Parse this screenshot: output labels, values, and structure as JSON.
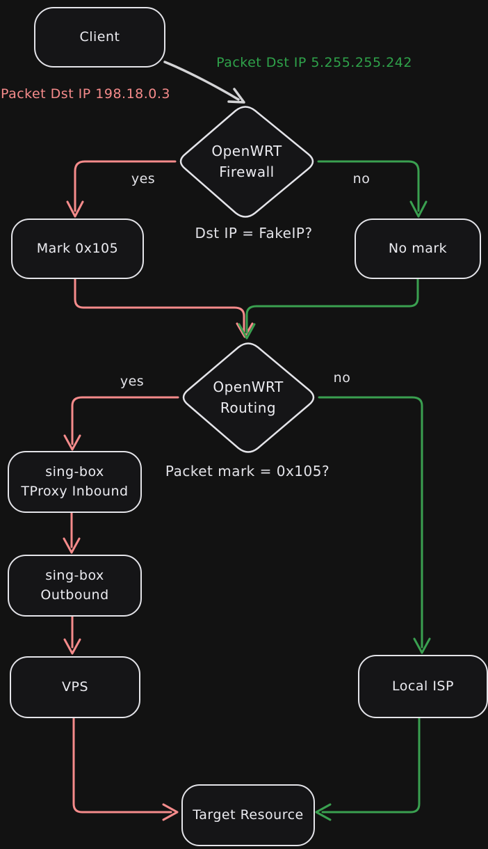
{
  "diagram": {
    "title_hint": "FakeIP TProxy packet flow",
    "colors": {
      "background": "#121212",
      "stroke": "#e7e7ec",
      "red": "#f58b8b",
      "green": "#3aa050",
      "green_text": "#2fa24a"
    },
    "nodes": {
      "client": {
        "label": "Client"
      },
      "firewall": {
        "label": "OpenWRT\nFirewall"
      },
      "mark": {
        "label": "Mark 0x105"
      },
      "no_mark": {
        "label": "No mark"
      },
      "routing": {
        "label": "OpenWRT\nRouting"
      },
      "tproxy": {
        "label": "sing-box\nTProxy Inbound"
      },
      "outbound": {
        "label": "sing-box\nOutbound"
      },
      "vps": {
        "label": "VPS"
      },
      "local_isp": {
        "label": "Local ISP"
      },
      "target": {
        "label": "Target Resource"
      }
    },
    "annotations": {
      "fake_ip": "Packet Dst IP 198.18.0.3",
      "real_ip": "Packet Dst IP 5.255.255.242",
      "firewall_condition": "Dst IP = FakeIP?",
      "routing_condition": "Packet mark = 0x105?",
      "firewall_yes": "yes",
      "firewall_no": "no",
      "routing_yes": "yes",
      "routing_no": "no"
    }
  }
}
